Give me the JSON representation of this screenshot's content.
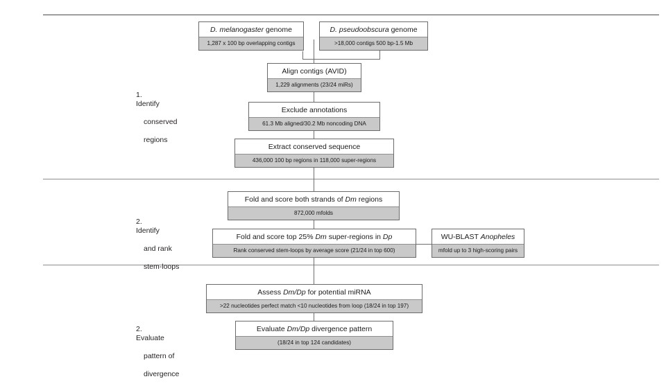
{
  "figure": {
    "type": "flowchart",
    "orientation": "vertical",
    "background": "#ffffff",
    "box_header_color": "#ffffff",
    "box_subtitle_color": "#c9c9c9",
    "box_border_color": "#6a6a6a",
    "connector_color": "#6e6e6e",
    "divider_color": "#4a4a4a"
  },
  "sections": [
    {
      "id": "identify-conserved-regions",
      "label_number": "1.",
      "label_line1": "Identify",
      "label_line2": "conserved",
      "label_line3": "regions"
    },
    {
      "id": "identify-rank-stem-loops",
      "label_number": "2.",
      "label_line1": "Identify",
      "label_line2": "and rank",
      "label_line3": "stem-loops"
    },
    {
      "id": "evaluate-pattern-of-divergence",
      "label_number": "2.",
      "label_line1": "Evaluate",
      "label_line2": "pattern of",
      "label_line3": "divergence"
    }
  ],
  "nodes": {
    "dm_genome": {
      "title_italic": "D. melanogaster",
      "title_rest": " genome",
      "subtitle": "1,287 x 100 bp overlapping contigs"
    },
    "dp_genome": {
      "title_italic": "D. pseudoobscura",
      "title_rest": " genome",
      "subtitle": ">18,000 contigs 500 bp-1.5 Mb"
    },
    "align_contigs": {
      "title": "Align contigs (AVID)",
      "subtitle": "1,229 alignments (23/24 miRs)"
    },
    "exclude_annotations": {
      "title": "Exclude annotations",
      "subtitle": "61.3 Mb aligned/30.2 Mb noncoding DNA"
    },
    "extract_conserved": {
      "title": "Extract conserved sequence",
      "subtitle": "436,000 100 bp regions in 118,000 super-regions"
    },
    "fold_both_strands": {
      "title_pre": "Fold and score both strands of ",
      "title_italic": "Dm",
      "title_post": " regions",
      "subtitle": "872,000 mfolds"
    },
    "fold_top25": {
      "title_pre": "Fold and score top 25% ",
      "title_italic": "Dm",
      "title_mid": " super-regions in ",
      "title_italic2": "Dp",
      "subtitle": "Rank conserved stem-loops by average score (21/24 in top 600)"
    },
    "wu_blast": {
      "title_pre": "WU-BLAST ",
      "title_italic": "Anopheles",
      "subtitle": "mfold up to 3 high-scoring pairs"
    },
    "assess_mirna": {
      "title_pre": "Assess ",
      "title_italic": "Dm/Dp",
      "title_post": " for potential miRNA",
      "subtitle": ">22 nucleotides perfect match <10 nucleotides from loop (18/24 in top 197)"
    },
    "evaluate_divergence": {
      "title_pre": "Evaluate ",
      "title_italic": "Dm/Dp",
      "title_post": " divergence pattern",
      "subtitle": "(18/24 in top 124 candidates)"
    }
  }
}
